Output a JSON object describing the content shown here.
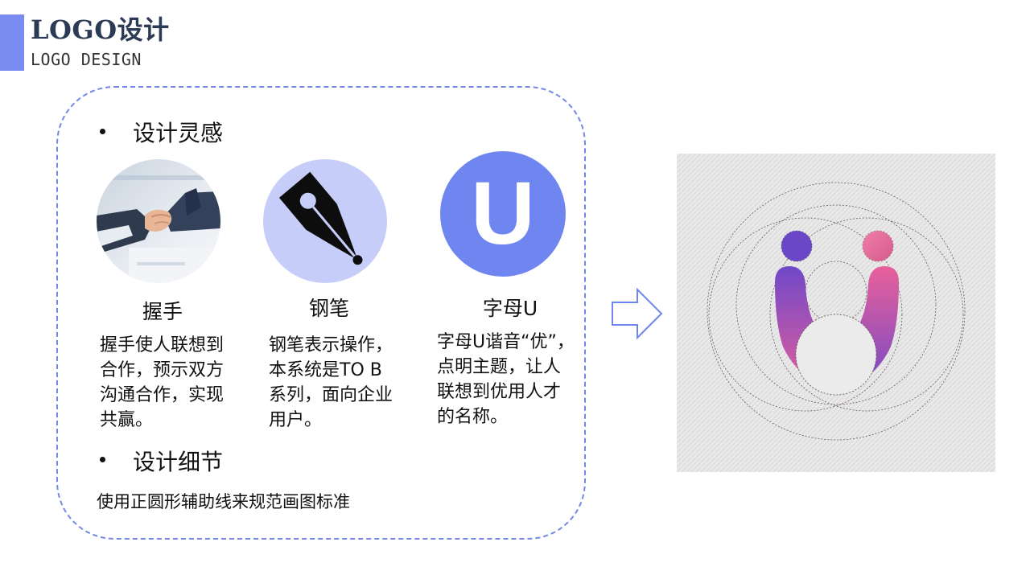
{
  "header": {
    "title": "LOGO设计",
    "subtitle": "LOGO DESIGN"
  },
  "panel": {
    "inspiration_heading": "设计灵感",
    "items": [
      {
        "icon": "handshake-photo",
        "title": "握手",
        "desc": [
          "握手使人联想到",
          "合作，预示双方",
          "沟通合作，实现",
          "共赢。"
        ]
      },
      {
        "icon": "fountain-pen-icon",
        "title": "钢笔",
        "desc": [
          "钢笔表示操作，",
          "本系统是TO B",
          "系列，面向企业",
          "用户。"
        ]
      },
      {
        "icon": "letter-u-icon",
        "title": "字母U",
        "glyph": "U",
        "desc": [
          "字母U谐音“优”，",
          "点明主题，让人",
          "联想到优用人才",
          "的名称。"
        ]
      }
    ],
    "details_heading": "设计细节",
    "details_text": "使用正圆形辅助线来规范画图标准"
  },
  "colors": {
    "accent": "#7b8cf0",
    "u_circle": "#6f86f0",
    "pen_circle": "#c7cdf9",
    "logo_purple": "#7048c8",
    "logo_pink": "#e8609a",
    "dashed_border": "#7388e6"
  }
}
